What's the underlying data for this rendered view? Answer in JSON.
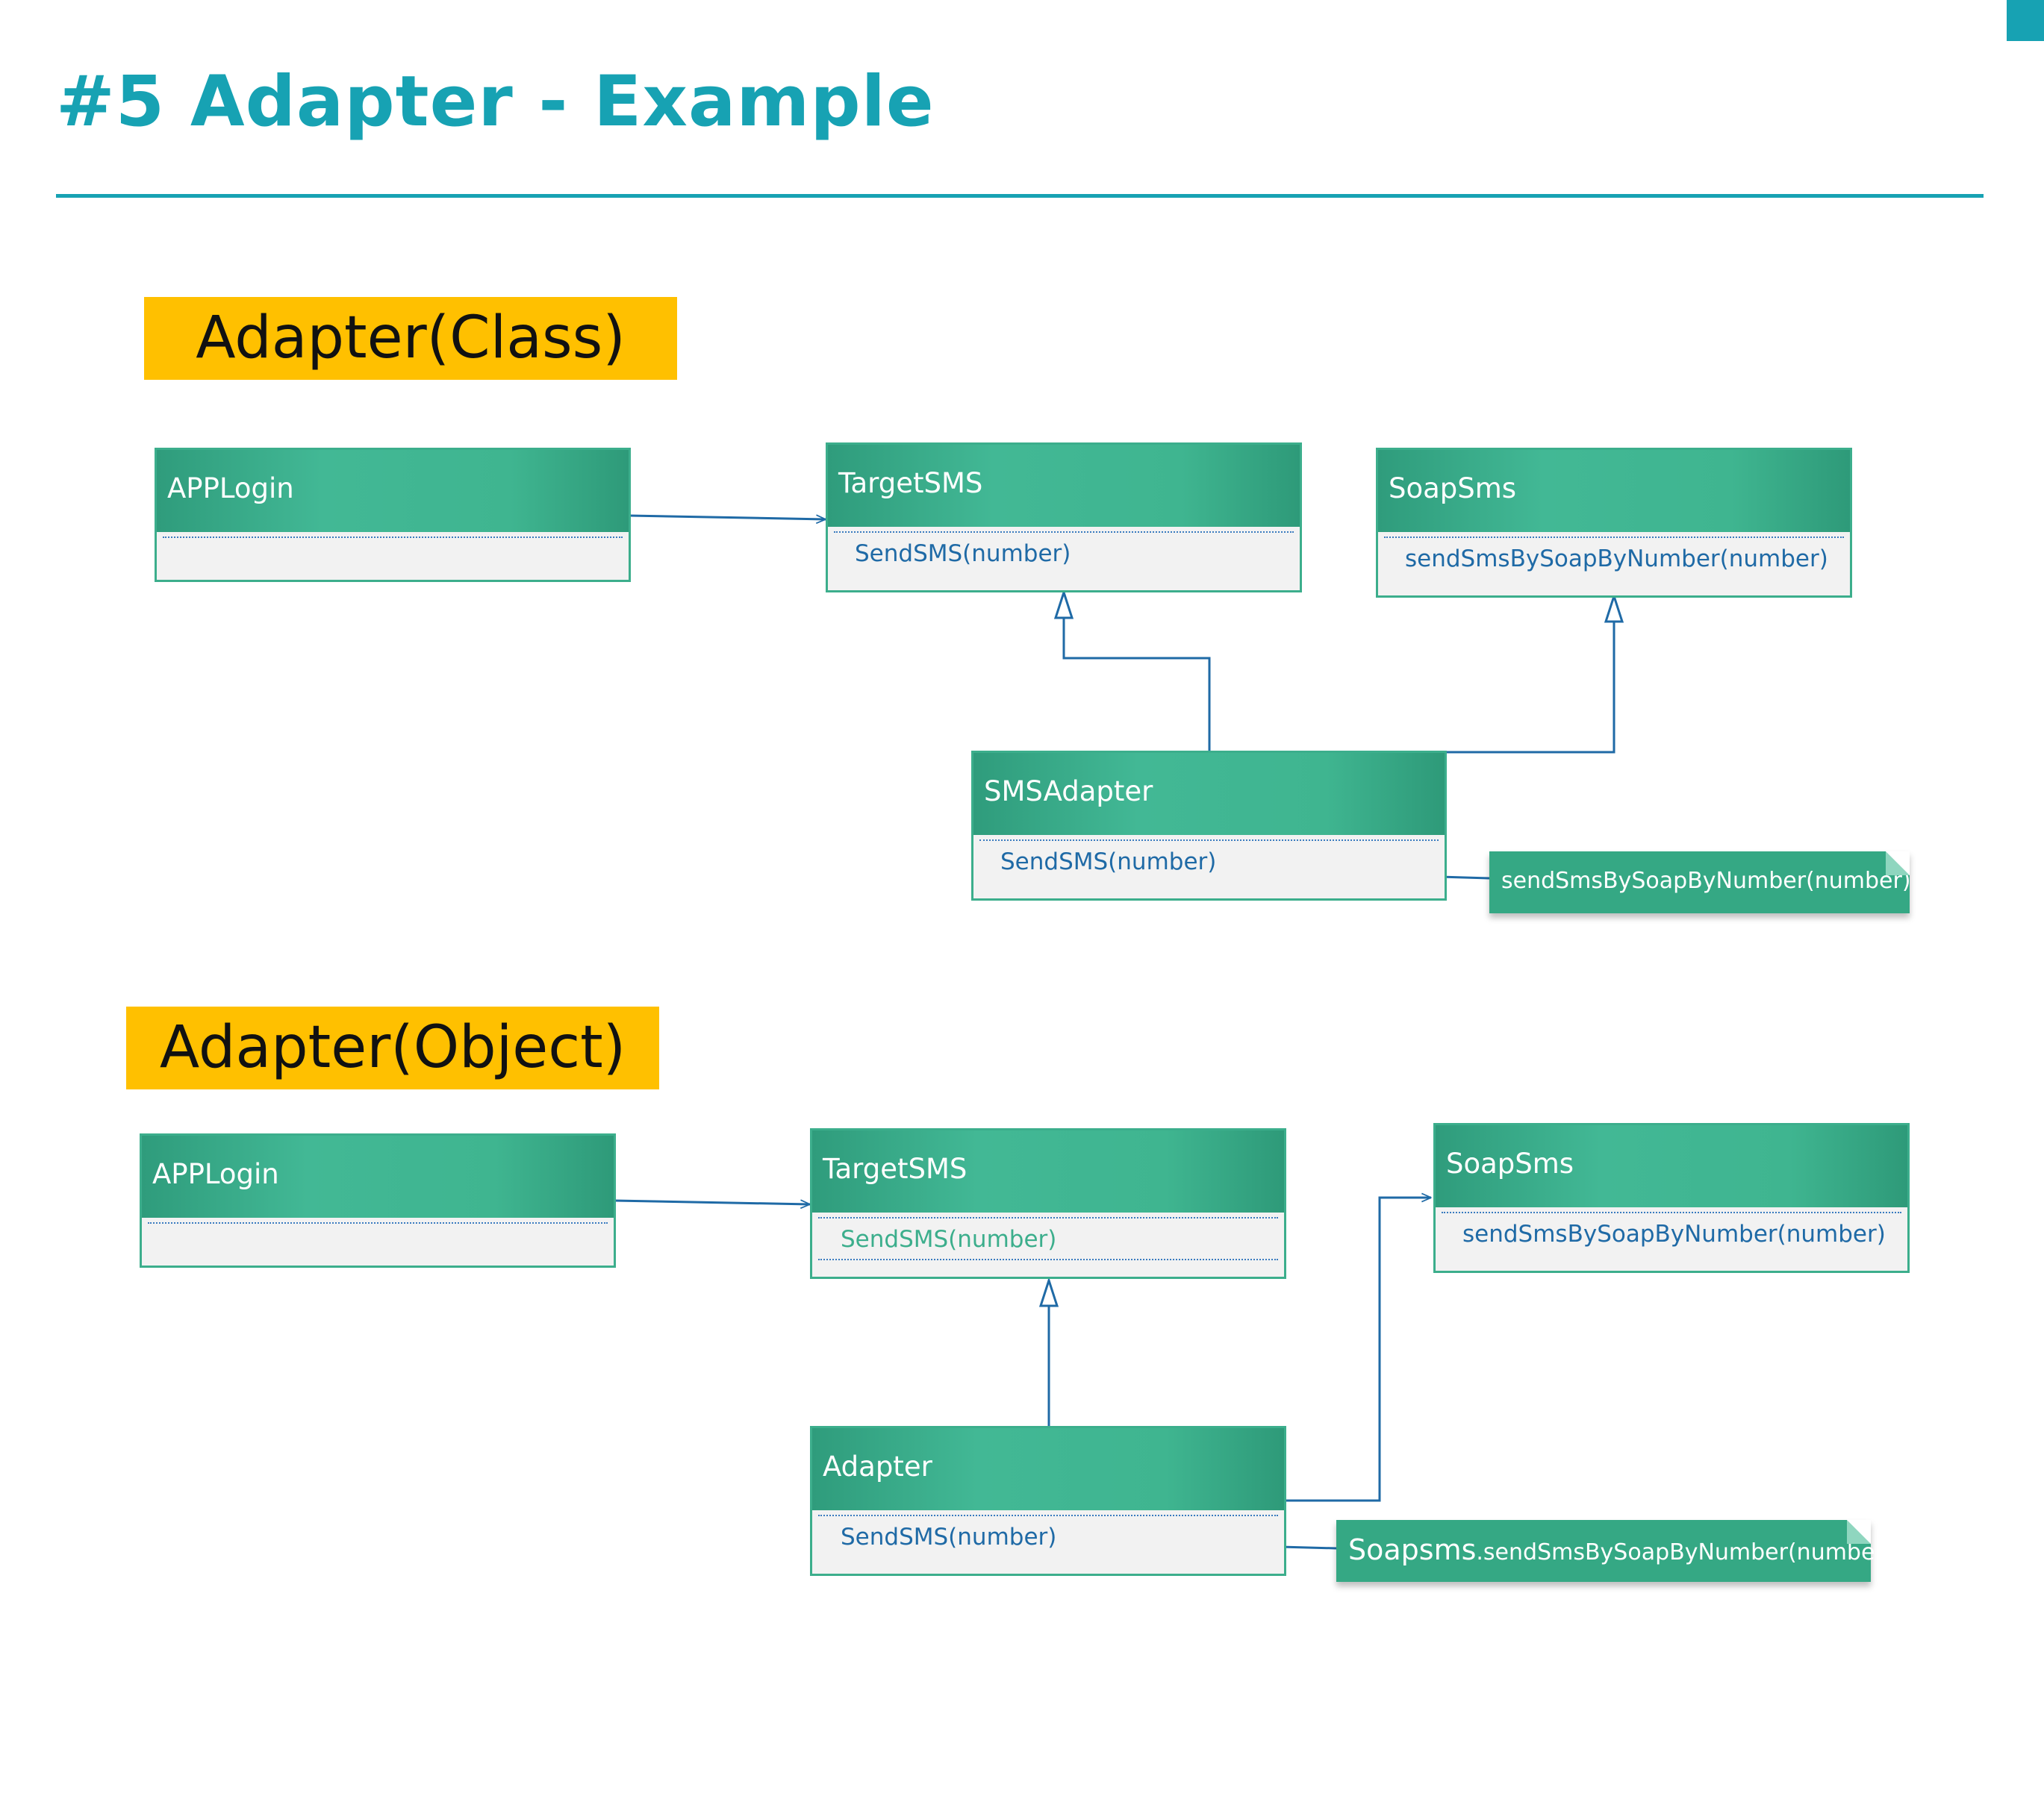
{
  "title": "#5 Adapter - Example",
  "colors": {
    "accent": "#17a2b3",
    "label_bg": "#ffc000",
    "class_header": "#3fb590",
    "connector": "#1f6aa6"
  },
  "class_section": {
    "label": "Adapter(Class)",
    "app_login": {
      "name": "APPLogin"
    },
    "target": {
      "name": "TargetSMS",
      "operation": "SendSMS(number)"
    },
    "adaptee": {
      "name": "SoapSms",
      "operation": "sendSmsBySoapByNumber(number)"
    },
    "adapter": {
      "name": "SMSAdapter",
      "operation": "SendSMS(number)"
    },
    "note": "sendSmsBySoapByNumber(number)"
  },
  "object_section": {
    "label": "Adapter(Object)",
    "app_login": {
      "name": "APPLogin"
    },
    "target": {
      "name": "TargetSMS",
      "operation": "SendSMS(number)"
    },
    "adaptee": {
      "name": "SoapSms",
      "operation": "sendSmsBySoapByNumber(number)"
    },
    "adapter": {
      "name": "Adapter",
      "operation": "SendSMS(number)"
    },
    "note_prefix": "Soapsms",
    "note_call": ".sendSmsBySoapByNumber(number)"
  }
}
